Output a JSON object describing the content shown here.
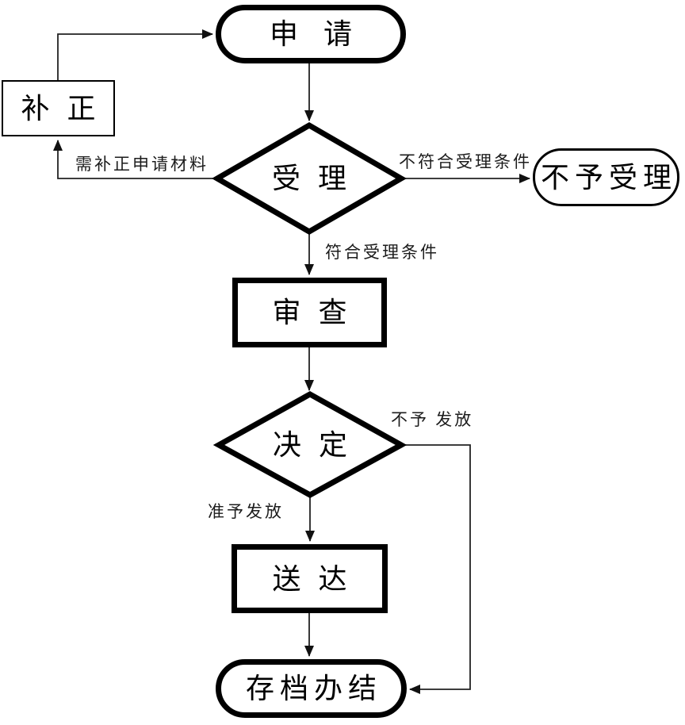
{
  "diagram": {
    "type": "flowchart",
    "nodes": {
      "apply": {
        "label": "申请",
        "shape": "stadium"
      },
      "correction": {
        "label": "补正",
        "shape": "rect"
      },
      "accept": {
        "label": "受理",
        "shape": "diamond"
      },
      "not_accept": {
        "label": "不予受理",
        "shape": "stadium"
      },
      "review": {
        "label": "审查",
        "shape": "rect"
      },
      "decision": {
        "label": "决定",
        "shape": "diamond"
      },
      "deliver": {
        "label": "送达",
        "shape": "rect"
      },
      "archive": {
        "label": "存档办结",
        "shape": "stadium"
      }
    },
    "edges": [
      {
        "from": "apply",
        "to": "accept",
        "label": ""
      },
      {
        "from": "accept",
        "to": "correction",
        "label": "需补正申请材料"
      },
      {
        "from": "correction",
        "to": "apply",
        "label": ""
      },
      {
        "from": "accept",
        "to": "not_accept",
        "label": "不符合受理条件"
      },
      {
        "from": "accept",
        "to": "review",
        "label": "符合受理条件"
      },
      {
        "from": "review",
        "to": "decision",
        "label": ""
      },
      {
        "from": "decision",
        "to": "deliver",
        "label": "准予发放"
      },
      {
        "from": "decision",
        "to": "archive",
        "label": "不予 发放"
      },
      {
        "from": "deliver",
        "to": "archive",
        "label": ""
      }
    ],
    "colors": {
      "ink": "#000000",
      "background": "#ffffff"
    }
  }
}
